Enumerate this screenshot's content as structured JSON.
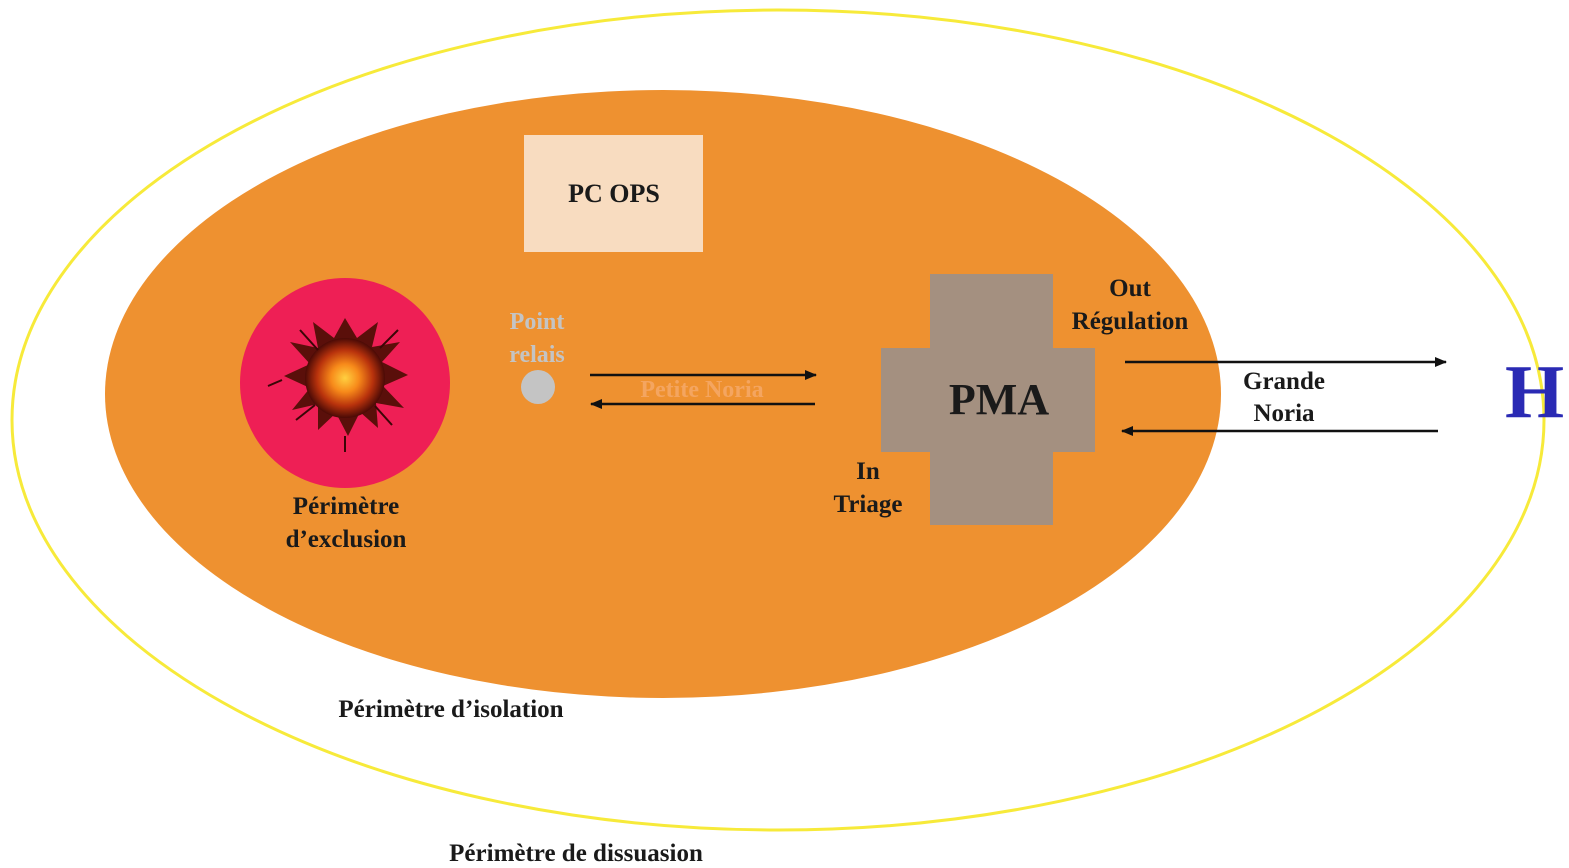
{
  "diagram": {
    "labels": {
      "pc_ops": "PC OPS",
      "point_relais_line1": "Point",
      "point_relais_line2": "relais",
      "petite_noria": "Petite Noria",
      "pma": "PMA",
      "out": "Out",
      "regulation": "Régulation",
      "in": "In",
      "triage": "Triage",
      "grande_noria_line1": "Grande",
      "grande_noria_line2": "Noria",
      "hospital": "H",
      "perimetre_exclusion_line1": "Périmètre",
      "perimetre_exclusion_line2": "d’exclusion",
      "perimetre_isolation": "Périmètre d’isolation",
      "perimetre_dissuasion": "Périmètre de dissuasion"
    },
    "colors": {
      "dissuasion_outline": "#f7ea3a",
      "isolation_fill": "#ee9130",
      "exclusion_fill": "#ee1f55",
      "pc_ops_fill": "#f8dcc0",
      "pma_fill": "#a49080",
      "point_relais": "#c4c4c4",
      "hospital": "#2a2ab4",
      "text": "#1a1a1a",
      "arrow": "#111111"
    },
    "icons": {
      "explosion": "explosion-icon"
    }
  }
}
